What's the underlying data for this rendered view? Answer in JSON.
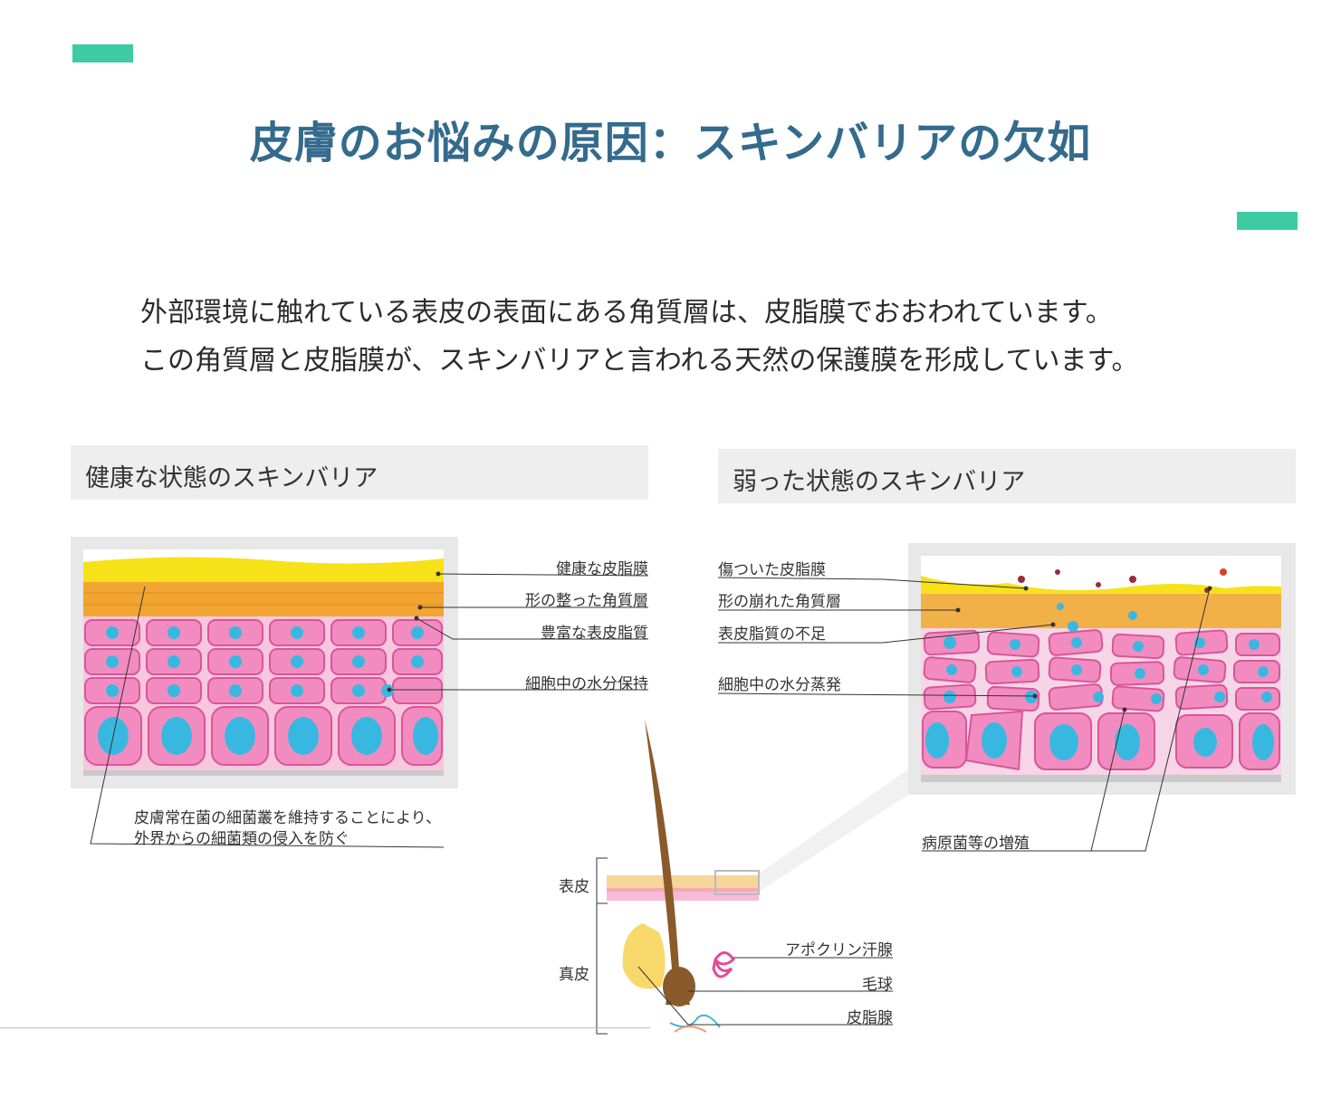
{
  "title": "皮膚のお悩みの原因：スキンバリアの欠如",
  "intro": {
    "line1": "外部環境に触れている表皮の表面にある角質層は、皮脂膜でおおわれています。",
    "line2": "この角質層と皮脂膜が、スキンバリアと言われる天然の保護膜を形成しています。"
  },
  "healthy": {
    "heading": "健康な状態のスキンバリア",
    "labels": {
      "sebum": "健康な皮脂膜",
      "stratum": "形の整った角質層",
      "lipid": "豊富な表皮脂質",
      "water": "細胞中の水分保持",
      "flora_line1": "皮膚常在菌の細菌叢を維持することにより、",
      "flora_line2": "外界からの細菌類の侵入を防ぐ"
    }
  },
  "weak": {
    "heading": "弱った状態のスキンバリア",
    "labels": {
      "sebum": "傷ついた皮脂膜",
      "stratum": "形の崩れた角質層",
      "lipid": "表皮脂質の不足",
      "water": "細胞中の水分蒸発",
      "pathogen": "病原菌等の増殖"
    }
  },
  "hair": {
    "epidermis": "表皮",
    "dermis": "真皮",
    "apocrine": "アポクリン汗腺",
    "bulb": "毛球",
    "sebaceous": "皮脂腺"
  },
  "colors": {
    "accent": "#3ecba3",
    "title": "#346b8d",
    "sebum": "#f7e21a",
    "stratum": "#f2a531",
    "cell": "#f28cc0",
    "water": "#38b8e0"
  }
}
